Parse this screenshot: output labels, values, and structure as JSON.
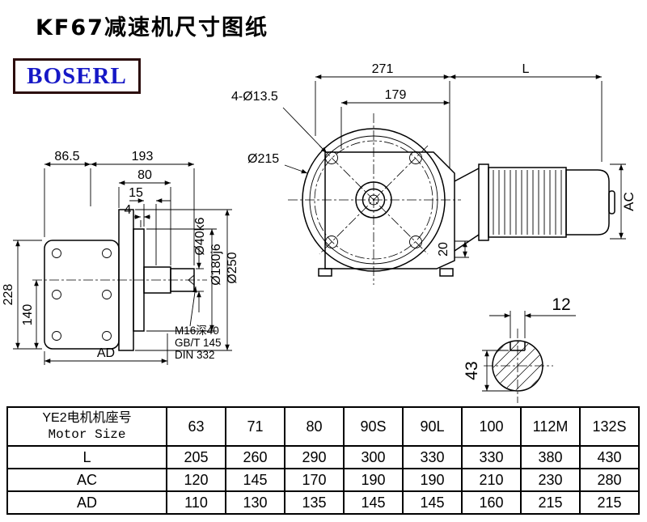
{
  "title": "KF67减速机尺寸图纸",
  "logo": {
    "text": "BOSERL"
  },
  "side_view": {
    "dim_86_5": "86.5",
    "dim_193": "193",
    "dim_80": "80",
    "dim_15": "15",
    "dim_4": "4",
    "dim_228": "228",
    "dim_140": "140",
    "dim_ad": "AD",
    "dia_shaft": "Ø40k6",
    "dia_spigot": "Ø180j6",
    "dia_flange": "Ø250",
    "note_line1": "M16深40",
    "note_line2": "GB/T 145",
    "note_line3": "DIN 332"
  },
  "front_view": {
    "dim_271": "271",
    "dim_l": "L",
    "dim_179": "179",
    "note_holes": "4-Ø13.5",
    "dia_215": "Ø215",
    "dim_20": "20",
    "dim_ac": "AC"
  },
  "shaft_section": {
    "dim_12": "12",
    "dim_43": "43"
  },
  "table": {
    "header": {
      "label_cn": "YE2电机机座号",
      "label_en": "Motor Size",
      "sizes": [
        "63",
        "71",
        "80",
        "90S",
        "90L",
        "100",
        "112M",
        "132S"
      ]
    },
    "rows": [
      {
        "label": "L",
        "values": [
          "205",
          "260",
          "290",
          "300",
          "330",
          "330",
          "380",
          "430"
        ]
      },
      {
        "label": "AC",
        "values": [
          "120",
          "145",
          "170",
          "190",
          "190",
          "210",
          "230",
          "280"
        ]
      },
      {
        "label": "AD",
        "values": [
          "110",
          "130",
          "135",
          "145",
          "145",
          "160",
          "215",
          "215"
        ]
      }
    ]
  }
}
